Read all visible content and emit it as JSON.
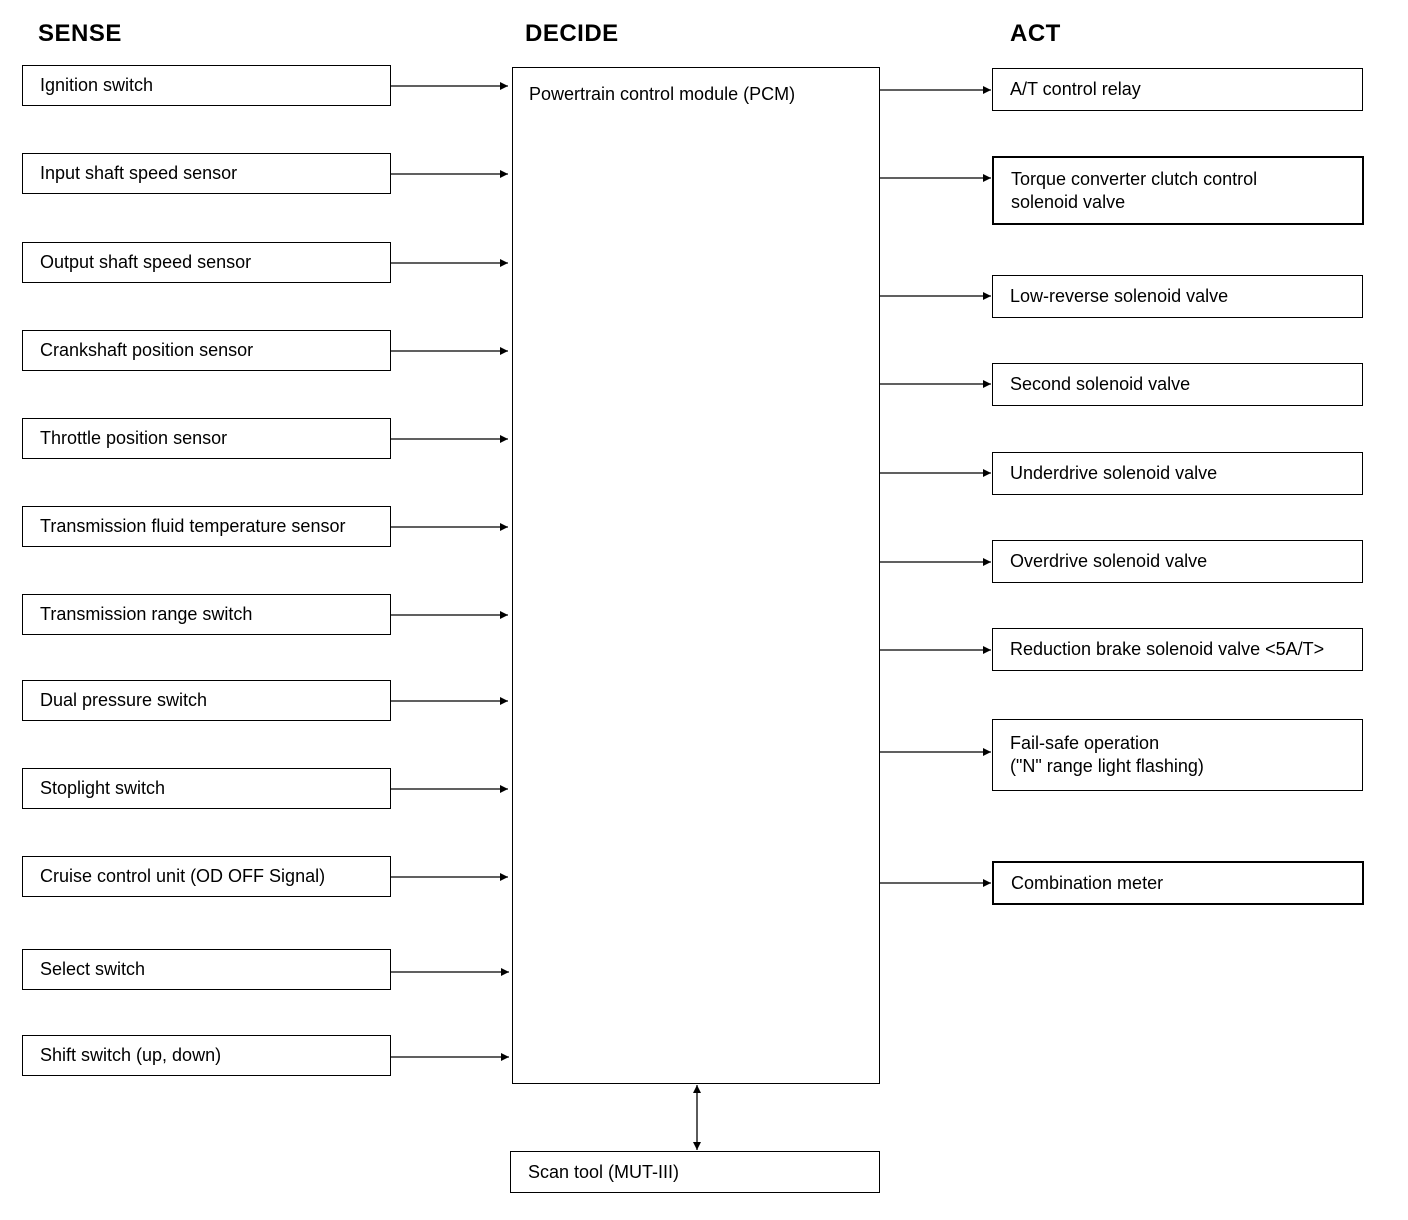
{
  "headings": {
    "sense": "SENSE",
    "decide": "DECIDE",
    "act": "ACT"
  },
  "pcm": {
    "label": "Powertrain control module (PCM)"
  },
  "sense": [
    "Ignition switch",
    "Input shaft speed sensor",
    "Output shaft speed sensor",
    "Crankshaft position sensor",
    "Throttle position sensor",
    "Transmission fluid temperature sensor",
    "Transmission range switch",
    "Dual pressure switch",
    "Stoplight switch",
    "Cruise control unit (OD OFF Signal)",
    "Select switch",
    "Shift switch (up, down)"
  ],
  "act": [
    "A/T control relay",
    "Torque converter clutch control\nsolenoid valve",
    "Low-reverse solenoid valve",
    "Second solenoid valve",
    "Underdrive solenoid valve",
    "Overdrive solenoid valve",
    "Reduction brake solenoid valve <5A/T>",
    "Fail-safe operation\n(\"N\" range light flashing)",
    "Combination meter"
  ],
  "scan_tool": {
    "label": "Scan tool (MUT-III)"
  }
}
